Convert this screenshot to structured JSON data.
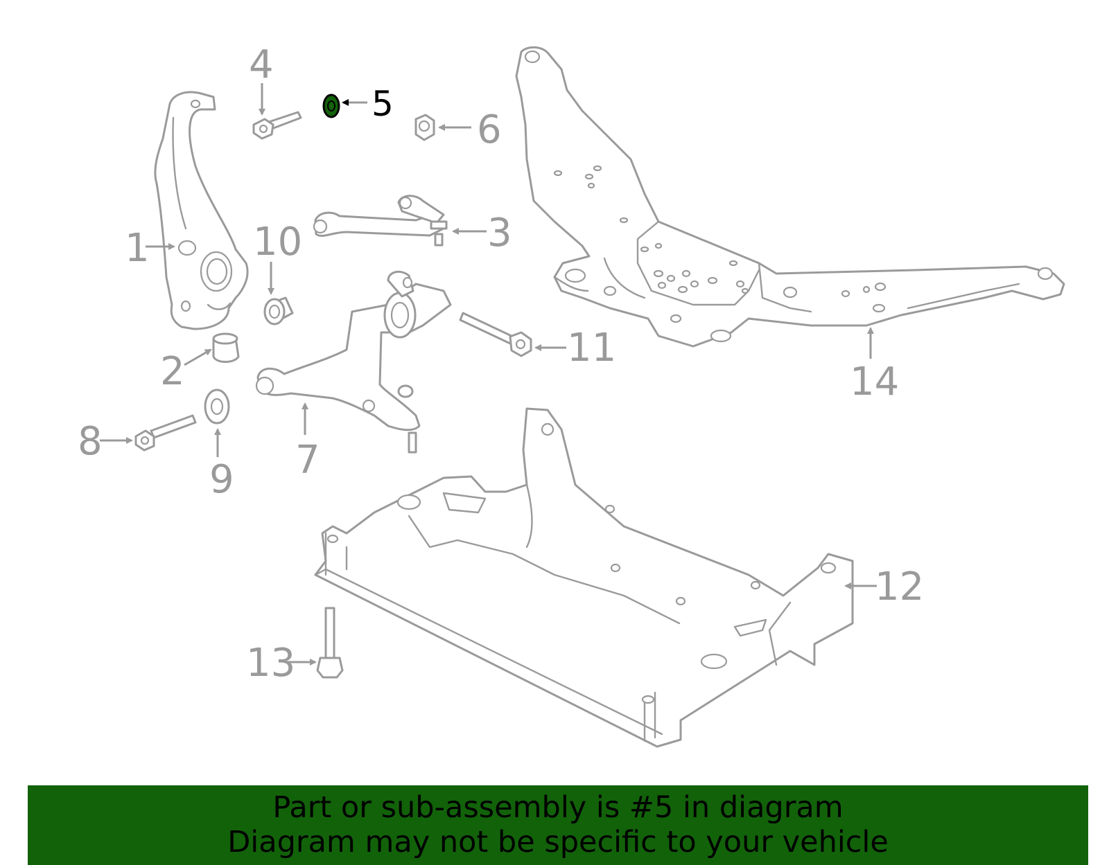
{
  "callouts": [
    {
      "id": 1,
      "label": "1"
    },
    {
      "id": 2,
      "label": "2"
    },
    {
      "id": 3,
      "label": "3"
    },
    {
      "id": 4,
      "label": "4"
    },
    {
      "id": 5,
      "label": "5"
    },
    {
      "id": 6,
      "label": "6"
    },
    {
      "id": 7,
      "label": "7"
    },
    {
      "id": 8,
      "label": "8"
    },
    {
      "id": 9,
      "label": "9"
    },
    {
      "id": 10,
      "label": "10"
    },
    {
      "id": 11,
      "label": "11"
    },
    {
      "id": 12,
      "label": "12"
    },
    {
      "id": 13,
      "label": "13"
    },
    {
      "id": 14,
      "label": "14"
    }
  ],
  "highlighted_part": "5",
  "colors": {
    "line": "#9a9a9a",
    "highlight": "#12620a",
    "banner_bg": "#12620a",
    "banner_text": "#000000"
  },
  "banner": {
    "line1": "Part or sub-assembly is #5 in diagram",
    "line2": "Diagram may not be specific to your vehicle"
  }
}
